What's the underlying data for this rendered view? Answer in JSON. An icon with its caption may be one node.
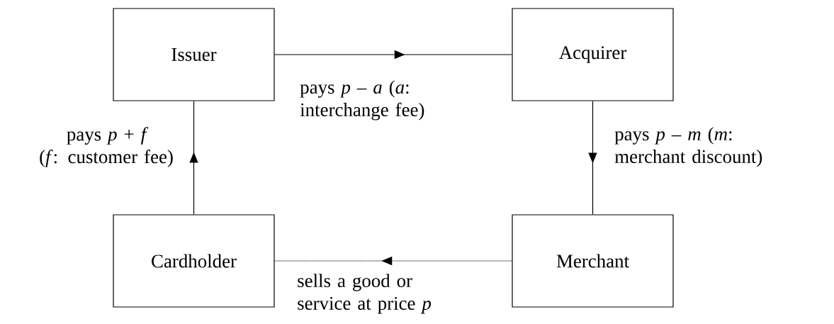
{
  "diagram": {
    "nodes": [
      {
        "text": [
          "Issuer"
        ]
      },
      {
        "text": [
          "Acquirer"
        ]
      },
      {
        "text": [
          "Cardholder"
        ]
      },
      {
        "text": [
          "Merchant"
        ]
      }
    ],
    "edges": [
      {
        "from": 0,
        "to": 1,
        "arrow": "to",
        "label": "pays *p* – *a* (*a*: interchange fee)"
      },
      {
        "from": 1,
        "to": 3,
        "arrow": "to",
        "label": "pays *p* – *m* (*m*: merchant discount)"
      },
      {
        "from": 2,
        "to": 0,
        "arrow": "to",
        "label": "pays *p* + *f* (*f*: customer fee)"
      },
      {
        "from": 3,
        "to": 2,
        "arrow": "to",
        "label": "sells a good or service at price *p*",
        "style": "dashed"
      }
    ]
  }
}
